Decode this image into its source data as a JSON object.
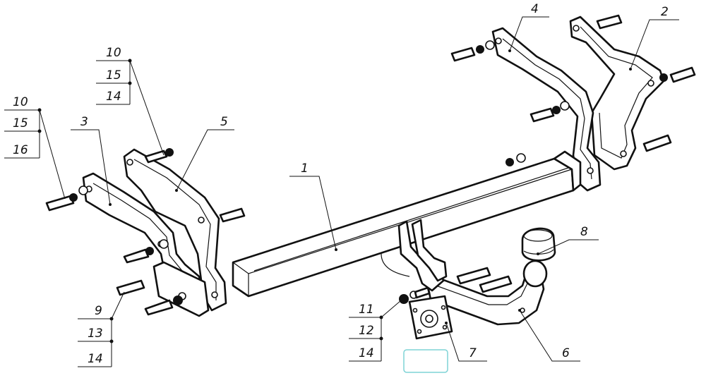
{
  "callouts": {
    "c1": "1",
    "c2": "2",
    "c3": "3",
    "c4": "4",
    "c5": "5",
    "c6": "6",
    "c7": "7",
    "c8": "8",
    "left_stack": [
      "10",
      "15",
      "16"
    ],
    "mid_stack": [
      "10",
      "15",
      "14"
    ],
    "bottom_left_stack": [
      "9",
      "13",
      "14"
    ],
    "center_stack": [
      "11",
      "12",
      "14"
    ]
  },
  "colors": {
    "line": "#111111",
    "highlight_box": "#7fd3d6"
  }
}
